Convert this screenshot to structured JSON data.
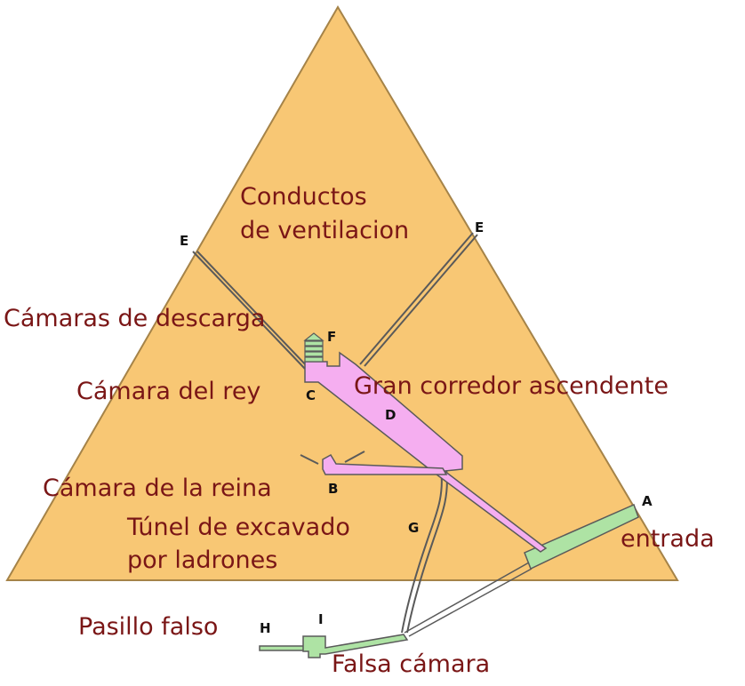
{
  "colors": {
    "pyramid_fill": "#f8c774",
    "pyramid_stroke": "#a58348",
    "passage_pink": "#f5aef0",
    "passage_green": "#aee3a4",
    "label_text": "#7a1616",
    "letter_text": "#111111",
    "line": "#5a5a5a"
  },
  "labels": {
    "conductos_line1": "Conductos",
    "conductos_line2": "de ventilacion",
    "camaras_descarga": "Cámaras de descarga",
    "camara_rey": "Cámara del rey",
    "gran_corredor": "Gran corredor ascendente",
    "camara_reina": "Cámara de la reina",
    "tunel_line1": "Túnel de excavado",
    "tunel_line2": "por ladrones",
    "entrada": "entrada",
    "pasillo_falso": "Pasillo falso",
    "falsa_camara": "Falsa cámara"
  },
  "letters": {
    "A": "A",
    "B": "B",
    "C": "C",
    "D": "D",
    "E_left": "E",
    "E_right": "E",
    "F": "F",
    "G": "G",
    "H": "H",
    "I": "I"
  }
}
